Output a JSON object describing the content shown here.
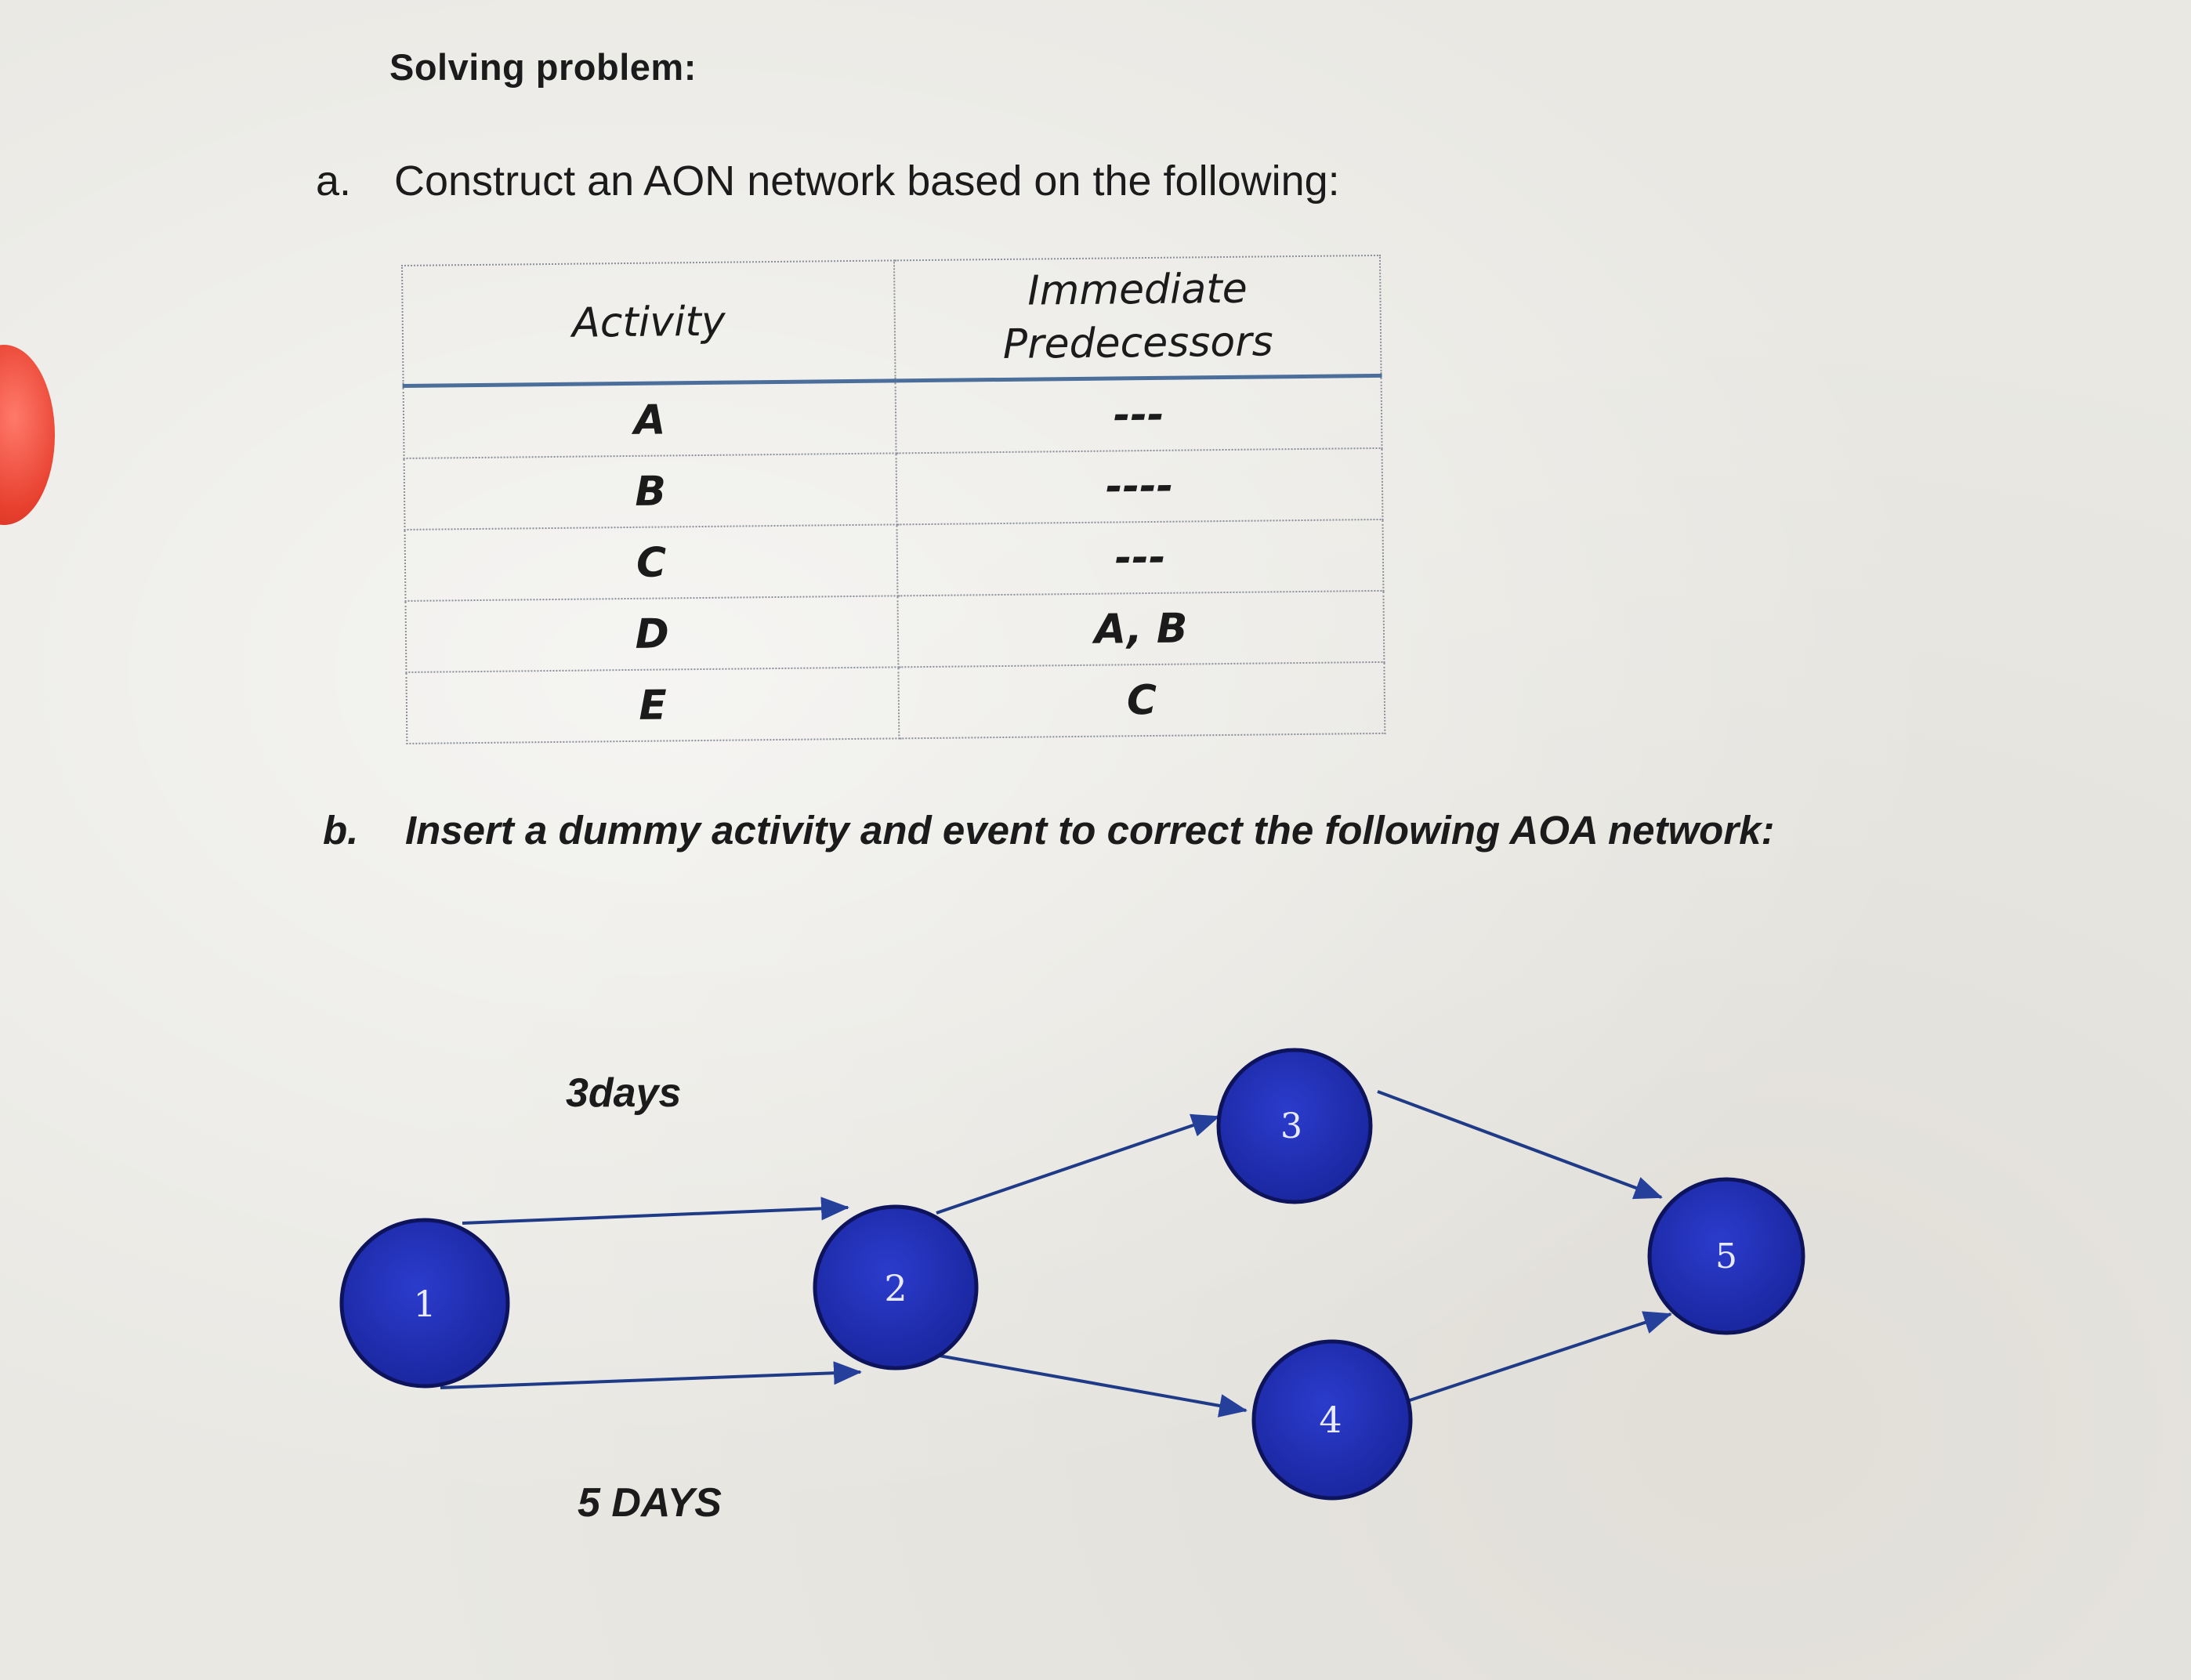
{
  "heading": "Solving problem:",
  "question_a": {
    "label": "a.",
    "text": "Construct an AON network based on the following:"
  },
  "table": {
    "headers": [
      "Activity",
      "Immediate\nPredecessors"
    ],
    "rows": [
      [
        "A",
        "---"
      ],
      [
        "B",
        "----"
      ],
      [
        "C",
        "---"
      ],
      [
        "D",
        "A, B"
      ],
      [
        "E",
        "C"
      ]
    ]
  },
  "question_b": {
    "label": "b.",
    "text": "Insert a dummy activity and event to correct the following AOA network:"
  },
  "network": {
    "node_color": "#1f2fb4",
    "nodes": [
      "1",
      "2",
      "3",
      "4",
      "5"
    ],
    "edges": [
      [
        "1",
        "2"
      ],
      [
        "1",
        "2"
      ],
      [
        "2",
        "3"
      ],
      [
        "2",
        "4"
      ],
      [
        "3",
        "5"
      ],
      [
        "4",
        "5"
      ]
    ],
    "label_top": "3days",
    "label_bottom": "5 DAYS"
  }
}
